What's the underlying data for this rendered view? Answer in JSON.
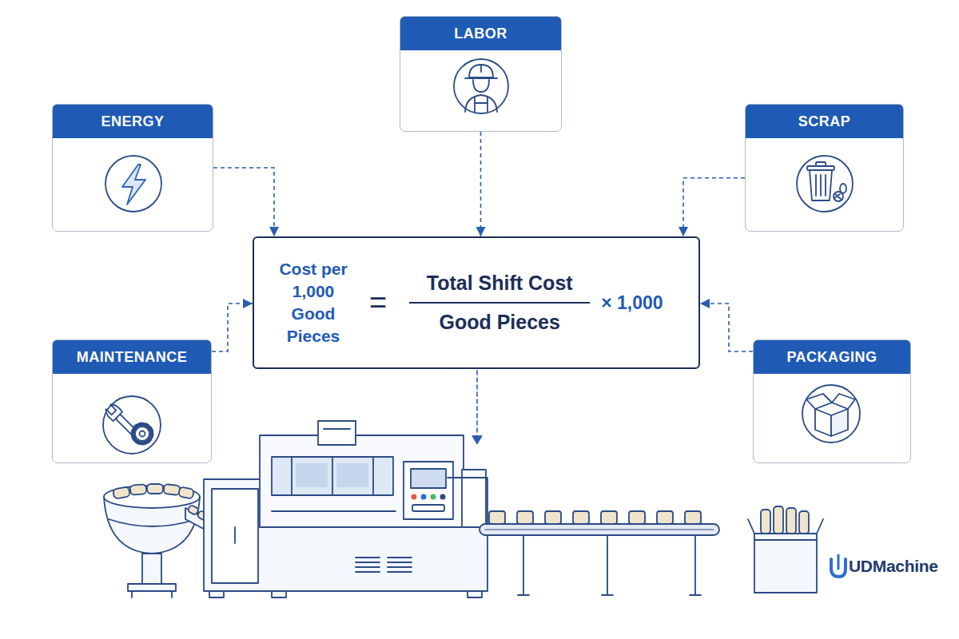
{
  "diagram": {
    "nodes": [
      {
        "text": [
          "LABOR"
        ]
      },
      {
        "text": [
          "ENERGY"
        ]
      },
      {
        "text": [
          "SCRAP"
        ]
      },
      {
        "text": [
          "Cost per 1,000 Good Pieces",
          "=",
          "Total Shift Cost",
          "Good Pieces",
          "× 1,000"
        ]
      },
      {
        "text": [
          "MAINTENANCE"
        ]
      },
      {
        "text": [
          "PACKAGING"
        ]
      }
    ],
    "edges": [
      {
        "from": 0,
        "to": 3,
        "arrow": "to"
      },
      {
        "from": 1,
        "to": 3,
        "arrow": "to"
      },
      {
        "from": 2,
        "to": 3,
        "arrow": "to"
      },
      {
        "from": 4,
        "to": 3,
        "arrow": "to"
      },
      {
        "from": 5,
        "to": 3,
        "arrow": "to"
      }
    ],
    "labels": [
      "UDMachine"
    ]
  }
}
